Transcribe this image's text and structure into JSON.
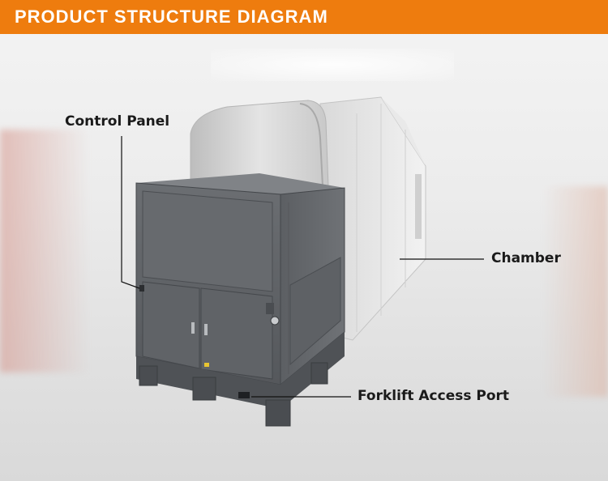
{
  "header": {
    "title": "PRODUCT STRUCTURE DIAGRAM",
    "color": "#ee7c0e"
  },
  "labels": {
    "control_panel": "Control Panel",
    "chamber": "Chamber",
    "forklift_access_port": "Forklift Access Port"
  }
}
